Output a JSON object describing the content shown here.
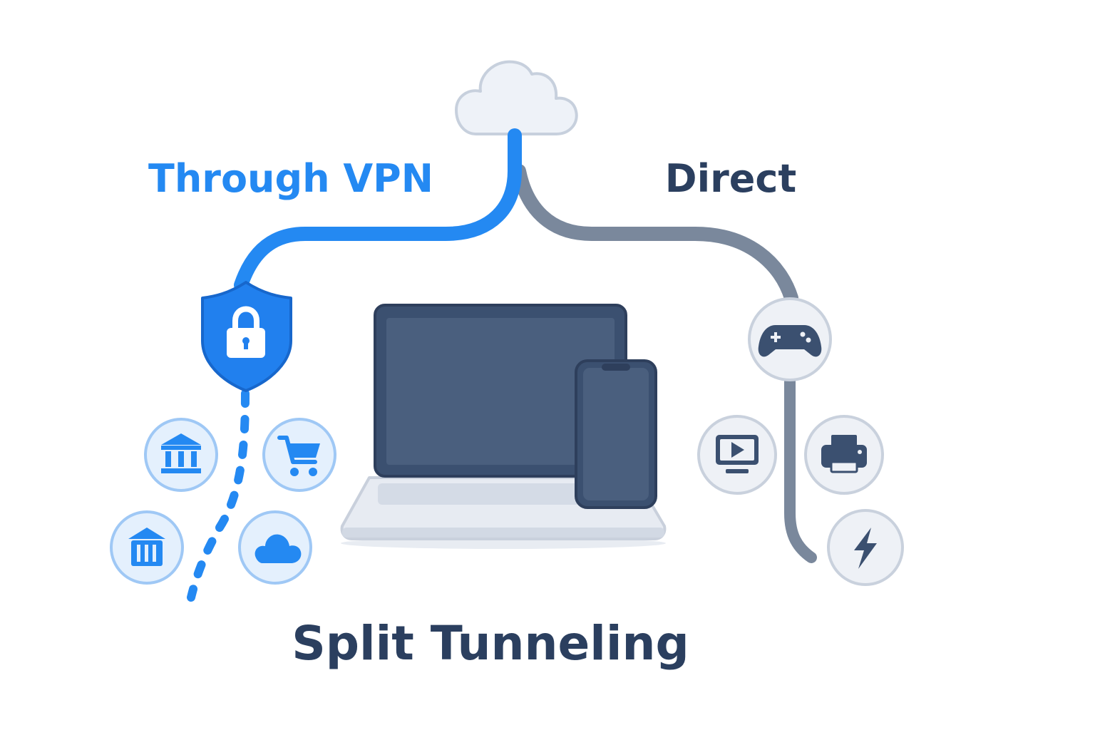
{
  "labels": {
    "vpn_route": "Through VPN",
    "direct_route": "Direct",
    "title": "Split Tunneling"
  },
  "colors": {
    "vpn": "#2489f2",
    "direct": "#7a889c",
    "device_dark": "#3b5070",
    "screen": "#4a5f7e",
    "title": "#2b3f5f",
    "vpn_icon_bg": "#e4f0fd",
    "vpn_icon_ring": "#9fc8f5",
    "direct_icon_bg": "#eef1f6",
    "direct_icon_ring": "#c9d1dd",
    "cloud_fill": "#eef2f8",
    "cloud_stroke": "#c7d0dd"
  },
  "vpn_apps": [
    "bank-icon",
    "shopping-cart-icon",
    "museum-icon",
    "cloud-storage-icon"
  ],
  "direct_apps": [
    "game-controller-icon",
    "streaming-tv-icon",
    "printer-icon",
    "lightning-icon"
  ]
}
